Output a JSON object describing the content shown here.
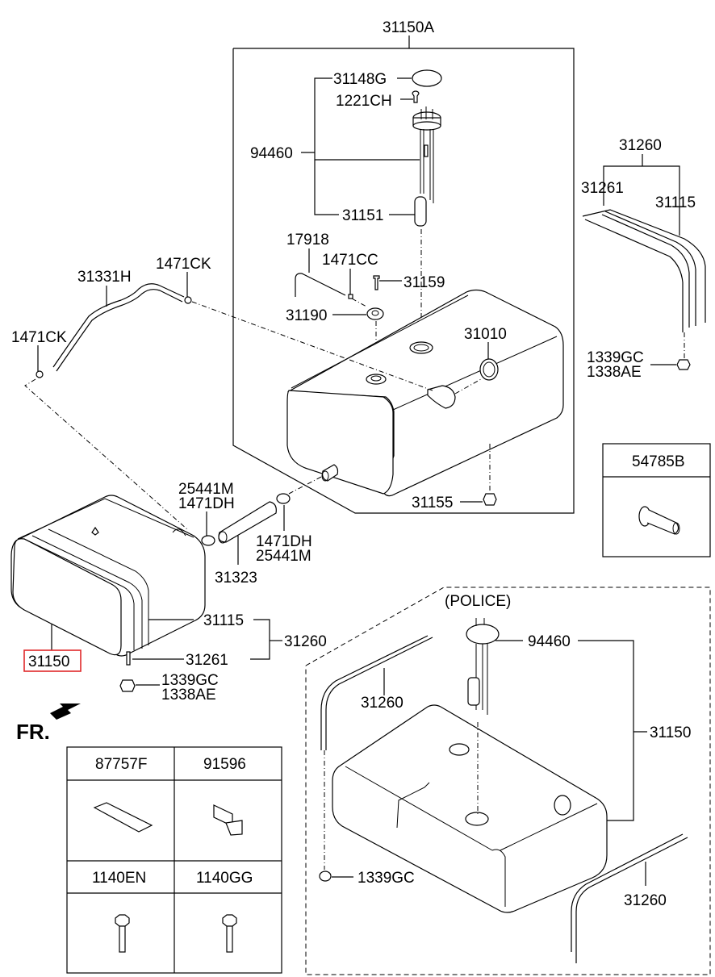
{
  "diagram": {
    "title_assembly": "31150A",
    "highlighted_part": "31150",
    "highlight_color": "#e0282a",
    "direction_label": "FR.",
    "main_assembly": {
      "label": "31150A",
      "parts": {
        "p31148G": "31148G",
        "p1221CH": "1221CH",
        "p94460": "94460",
        "p31151": "31151",
        "p17918": "17918",
        "p1471CC": "1471CC",
        "p31159": "31159",
        "p31190": "31190",
        "p31010": "31010",
        "p31155": "31155"
      }
    },
    "hose_parts": {
      "p31331H": "31331H",
      "p1471CK_a": "1471CK",
      "p1471CK_b": "1471CK",
      "p25441M_a": "25441M",
      "p1471DH_a": "1471DH",
      "p1471DH_b": "1471DH",
      "p25441M_b": "25441M",
      "p31323": "31323"
    },
    "strap_group_right": {
      "p31260": "31260",
      "p31261": "31261",
      "p31115": "31115",
      "p1339GC": "1339GC",
      "p1338AE": "1338AE"
    },
    "left_tank": {
      "p31150": "31150",
      "p31115": "31115",
      "p31261": "31261",
      "p31260": "31260",
      "p1339GC": "1339GC",
      "p1338AE": "1338AE"
    },
    "police_variant": {
      "title": "(POLICE)",
      "p94460": "94460",
      "p31150": "31150",
      "p31260_a": "31260",
      "p31260_b": "31260",
      "p1339GC": "1339GC"
    },
    "single_part_box": {
      "label": "54785B"
    },
    "parts_table": [
      {
        "label": "87757F"
      },
      {
        "label": "91596"
      },
      {
        "label": "1140EN"
      },
      {
        "label": "1140GG"
      }
    ]
  }
}
